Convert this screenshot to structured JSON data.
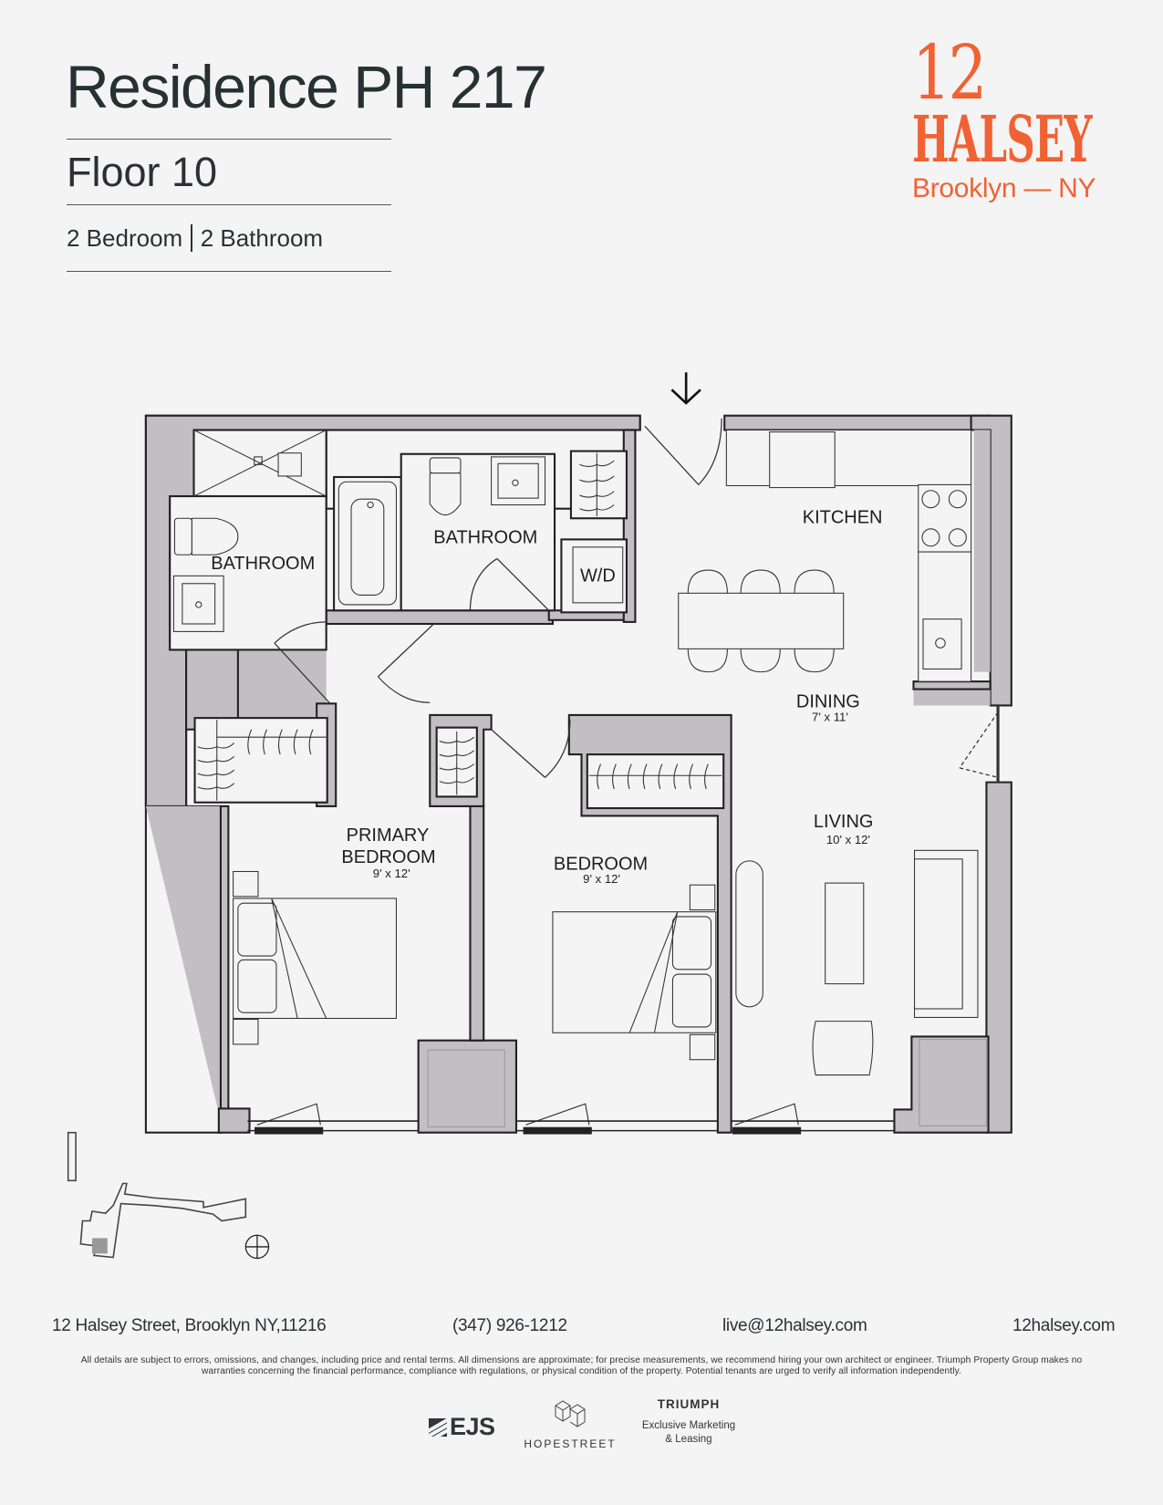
{
  "header": {
    "title": "Residence PH 217",
    "floor": "Floor 10",
    "bedrooms": "2 Bedroom",
    "bathrooms": "2 Bathroom"
  },
  "logo": {
    "number": "12",
    "name": "HALSEY",
    "location": "Brooklyn — NY",
    "color": "#f06234"
  },
  "floorplan": {
    "entry_icon": "arrow-down-icon",
    "rooms": [
      {
        "label": "BATHROOM",
        "dims": ""
      },
      {
        "label": "BATHROOM",
        "dims": ""
      },
      {
        "label": "W/D",
        "dims": ""
      },
      {
        "label": "KITCHEN",
        "dims": ""
      },
      {
        "label": "DINING",
        "dims": "7' x 11'"
      },
      {
        "label": "LIVING",
        "dims": "10' x 12'"
      },
      {
        "label_line1": "PRIMARY",
        "label": "BEDROOM",
        "dims": "9' x 12'"
      },
      {
        "label": "BEDROOM",
        "dims": "9' x 12'"
      }
    ],
    "wall_color": "#c2bfc2",
    "line_color": "#222222"
  },
  "footer": {
    "address": "12 Halsey Street, Brooklyn NY,11216",
    "phone": "(347) 926-1212",
    "email": "live@12halsey.com",
    "website": "12halsey.com",
    "disclaimer_line1": "All details are subject to errors, omissions, and changes, including price and rental terms. All dimensions are approximate; for precise measurements, we recommend hiring your own architect or engineer. Triumph Property Group makes no",
    "disclaimer_line2": "warranties concerning the financial performance, compliance with regulations, or physical condition of the property. Potential tenants are urged to verify all information independently.",
    "partners": {
      "ejs": "EJS",
      "hopestreet": "HOPESTREET",
      "triumph": "TRIUMPH",
      "triumph_tagline_1": "Exclusive Marketing",
      "triumph_tagline_2": "& Leasing"
    }
  }
}
